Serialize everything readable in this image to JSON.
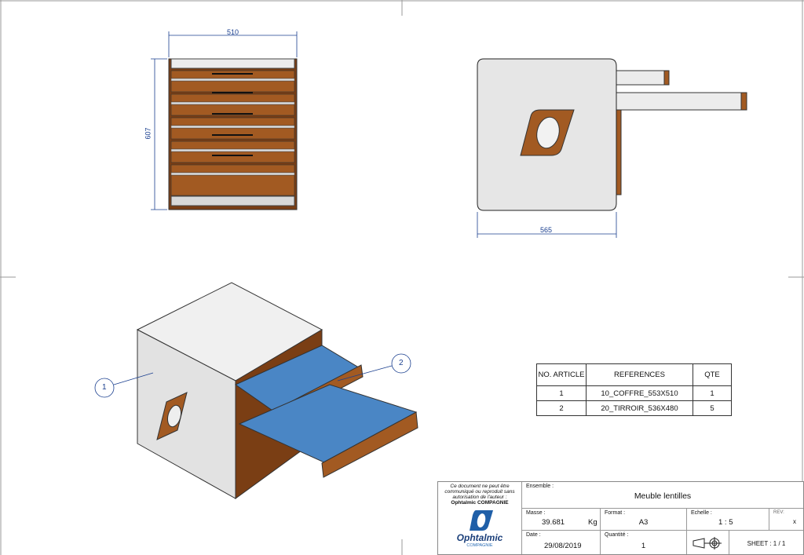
{
  "dimensions": {
    "front_width": "510",
    "front_height": "607",
    "side_depth": "565"
  },
  "balloons": [
    {
      "number": "1"
    },
    {
      "number": "2"
    }
  ],
  "bom": {
    "headers": [
      "NO. ARTICLE",
      "REFERENCES",
      "QTE"
    ],
    "rows": [
      {
        "no": "1",
        "ref": "10_COFFRE_553X510",
        "qte": "1"
      },
      {
        "no": "2",
        "ref": "20_TIRROIR_536X480",
        "qte": "5"
      }
    ]
  },
  "title_block": {
    "notice": "Ce document ne peut être communiqué ou reproduit sans autorisation de l'auteur :",
    "company": "Ophtalmic COMPAGNIE",
    "logo_name": "Ophtalmic",
    "logo_sub": "COMPAGNIE",
    "ensemble_label": "Ensemble :",
    "ensemble_value": "Meuble lentilles",
    "masse_label": "Masse :",
    "masse_value": "39.681",
    "masse_unit": "Kg",
    "format_label": "Format :",
    "format_value": "A3",
    "echelle_label": "Echelle :",
    "echelle_value": "1 : 5",
    "rev_label": "REV:",
    "rev_value": "x",
    "date_label": "Date :",
    "date_value": "29/08/2019",
    "quantite_label": "Quantité :",
    "quantite_value": "1",
    "sheet": "SHEET : 1 / 1"
  },
  "colors": {
    "wood": "#8a4a1c",
    "panel": "#e6e6e6",
    "dimension": "#1a3f8f",
    "lens_tray": "#4a86c5"
  }
}
